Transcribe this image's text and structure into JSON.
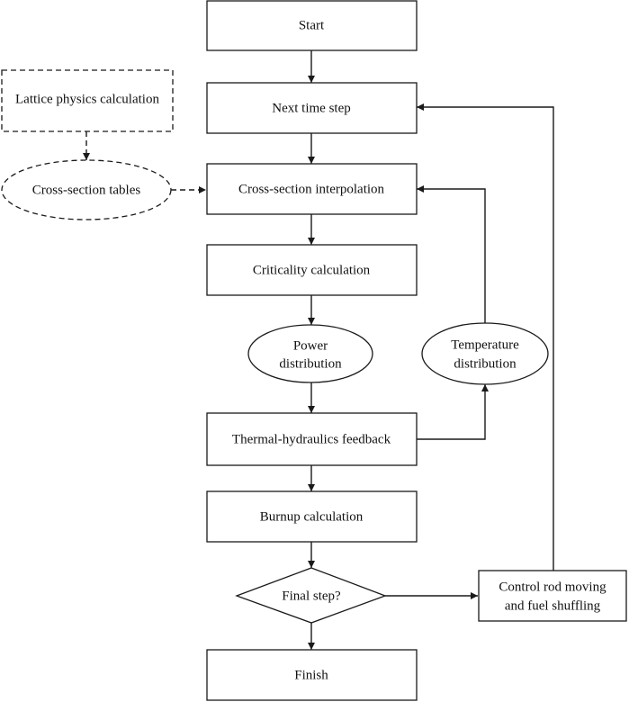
{
  "flowchart": {
    "start": "Start",
    "next_time_step": "Next time step",
    "lattice_physics": "Lattice physics calculation",
    "cross_section_tables": "Cross-section tables",
    "cross_section_interpolation": "Cross-section interpolation",
    "criticality": "Criticality calculation",
    "power_distribution": [
      "Power",
      "distribution"
    ],
    "temperature_distribution": [
      "Temperature",
      "distribution"
    ],
    "thermal_hydraulics": "Thermal-hydraulics feedback",
    "burnup": "Burnup calculation",
    "final_step": "Final step?",
    "control_rod": [
      "Control rod moving",
      "and fuel shuffling"
    ],
    "finish": "Finish"
  }
}
